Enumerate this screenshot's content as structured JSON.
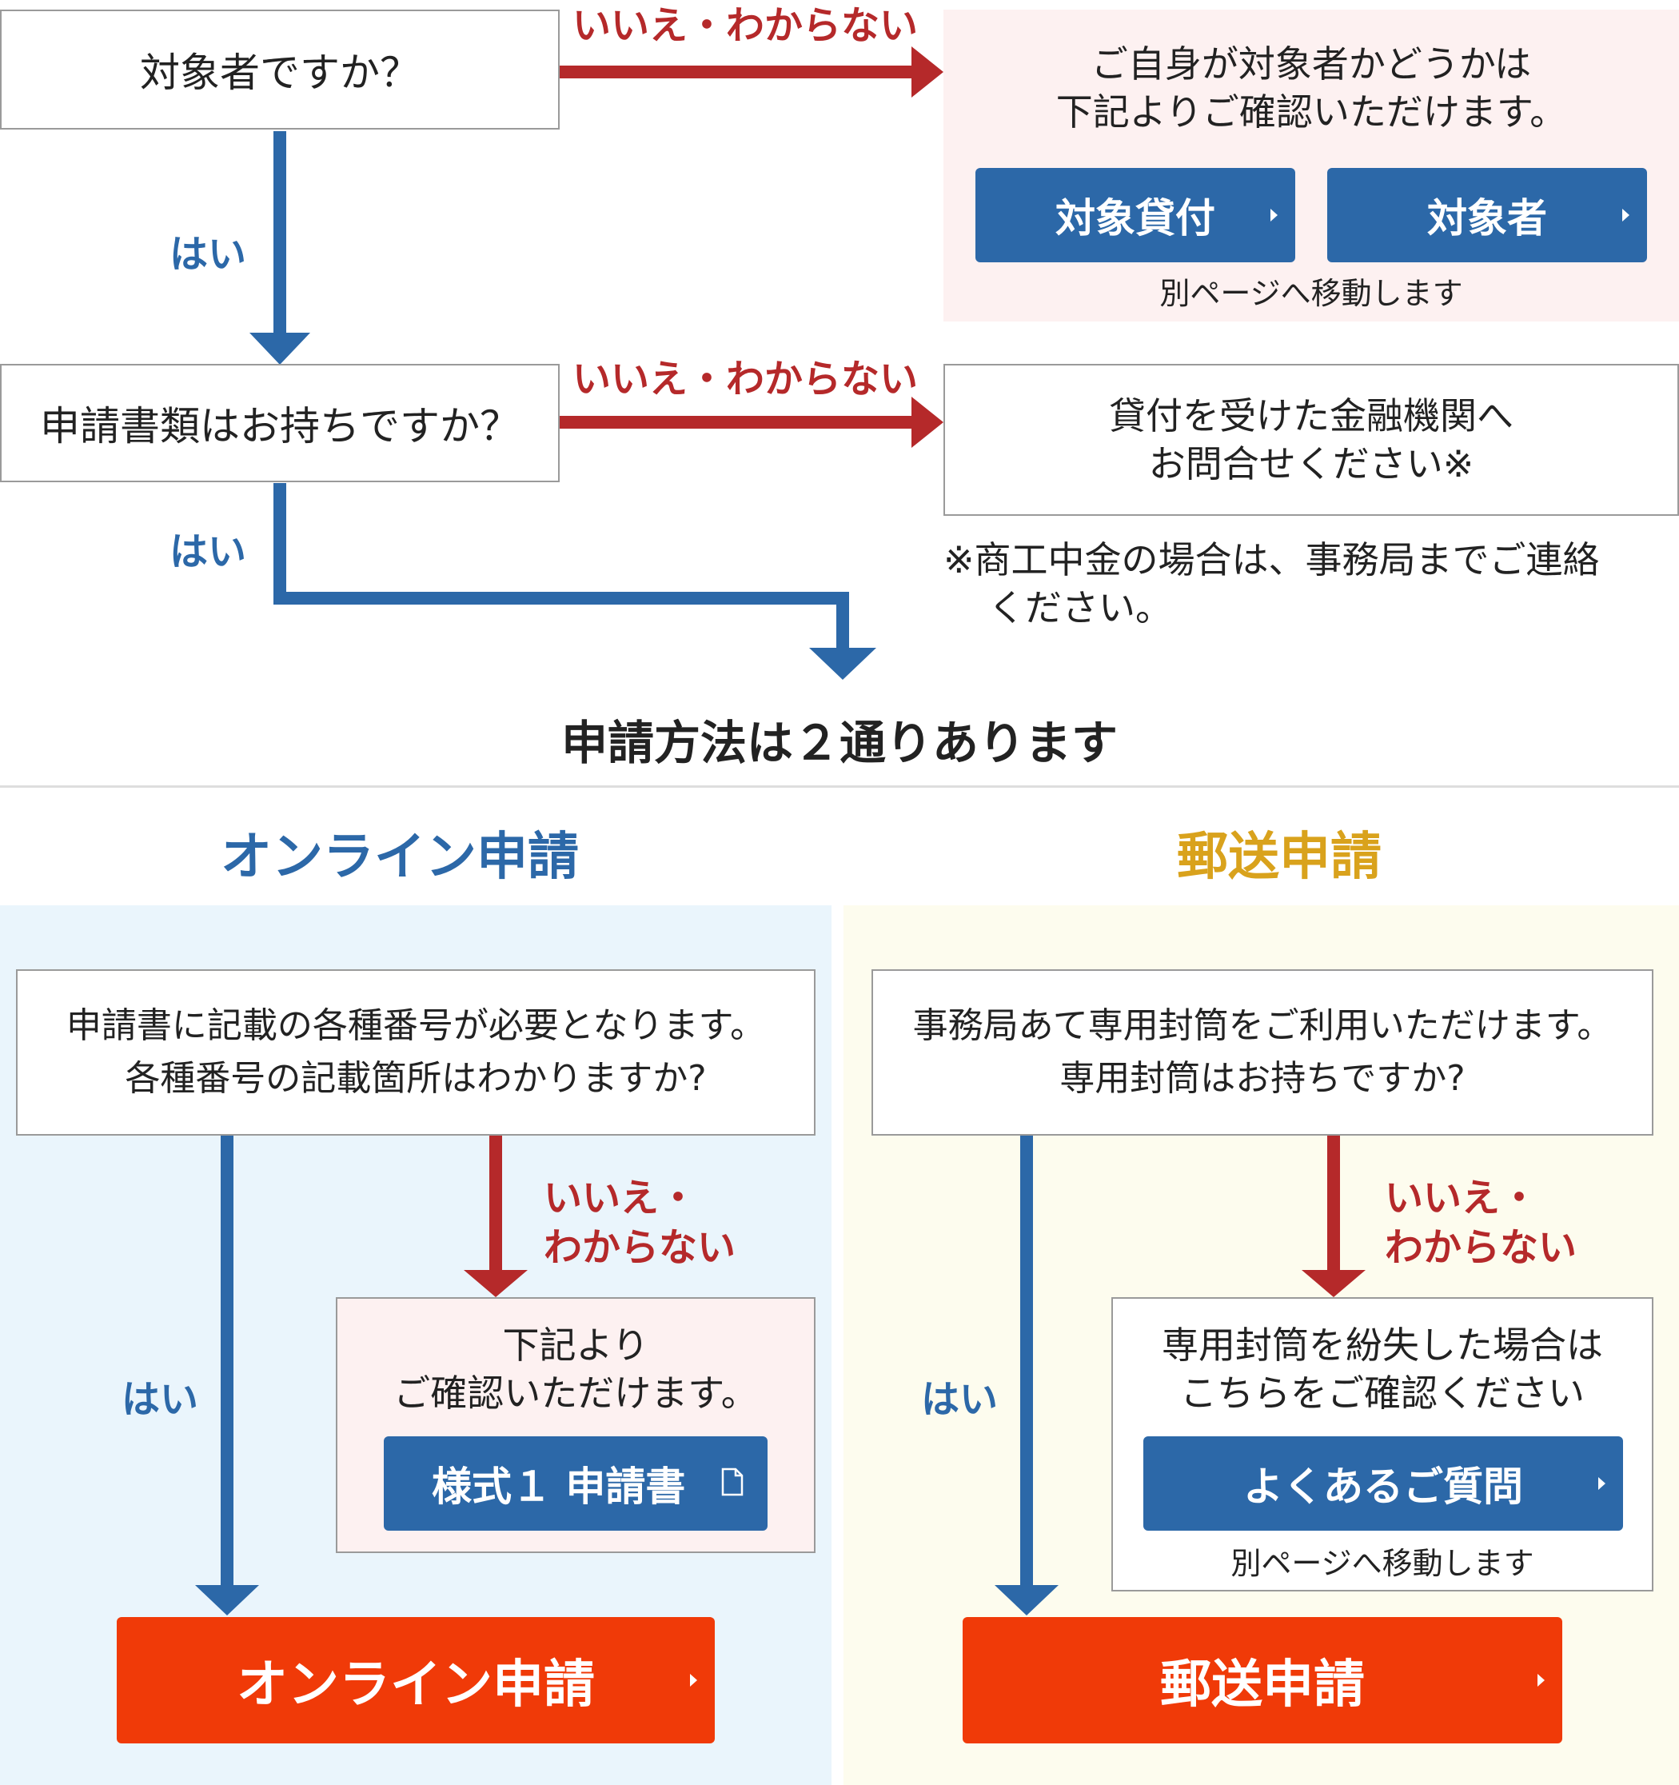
{
  "flow": {
    "q1": "対象者ですか？",
    "q1_no_label": "いいえ・わからない",
    "q1_yes_label": "はい",
    "info1": {
      "line1": "ご自身が対象者かどうかは",
      "line2": "下記よりご確認いただけます。",
      "button_loans": "対象貸付",
      "button_persons": "対象者",
      "note": "別ページへ移動します"
    },
    "q2": "申請書類はお持ちですか？",
    "q2_no_label": "いいえ・わからない",
    "q2_yes_label": "はい",
    "info2": {
      "line1": "貸付を受けた金融機関へ",
      "line2": "お問合せください※"
    },
    "footnote": {
      "line1": "※商工中金の場合は、事務局までご連絡",
      "line2": "ください。"
    },
    "summary": "申請方法は２通りあります"
  },
  "online": {
    "heading": "オンライン申請",
    "question_line1": "申請書に記載の各種番号が必要となります。",
    "question_line2": "各種番号の記載箇所はわかりますか?",
    "no_label_line1": "いいえ・",
    "no_label_line2": "わからない",
    "yes_label": "はい",
    "info_line1": "下記より",
    "info_line2": "ご確認いただけます。",
    "form_button": "様式１ 申請書",
    "apply_button": "オンライン申請"
  },
  "mail": {
    "heading": "郵送申請",
    "question_line1": "事務局あて専用封筒をご利用いただけます。",
    "question_line2": "専用封筒はお持ちですか?",
    "no_label_line1": "いいえ・",
    "no_label_line2": "わからない",
    "yes_label": "はい",
    "info_line1": "専用封筒を紛失した場合は",
    "info_line2": "こちらをご確認ください",
    "faq_button": "よくあるご質問",
    "faq_note": "別ページへ移動します",
    "apply_button": "郵送申請"
  },
  "colors": {
    "blue": "#2c68a8",
    "red_arrow": "#b5292a",
    "orange_button": "#f03a08",
    "heading_gold": "#d9a21c",
    "pink_bg": "#fdf1f1",
    "online_bg": "#eaf5fc",
    "mail_bg": "#fdfcee"
  }
}
